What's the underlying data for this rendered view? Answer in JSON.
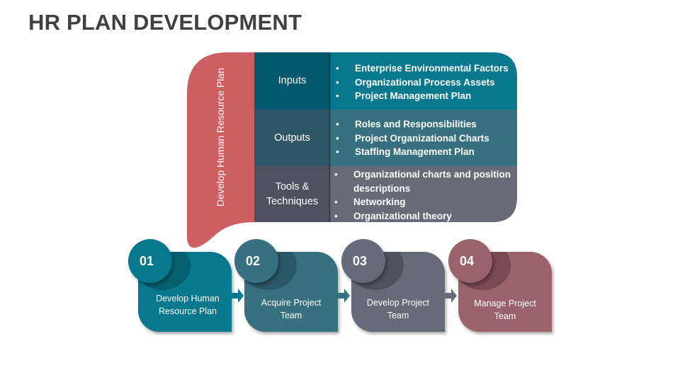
{
  "title": "HR PLAN DEVELOPMENT",
  "process": {
    "label": "Develop Human Resource Plan",
    "color": "#cd5f63",
    "rows": [
      {
        "heading": "Inputs",
        "head_color": "#065a6d",
        "body_color": "#08788e",
        "items": [
          "Enterprise Environmental Factors",
          "Organizational Process Assets",
          "Project Management Plan"
        ]
      },
      {
        "heading": "Outputs",
        "head_color": "#2d5766",
        "body_color": "#37707f",
        "items": [
          "Roles and Responsibilities",
          "Project Organizational Charts",
          "Staffing Management Plan"
        ]
      },
      {
        "heading_line1": "Tools &",
        "heading_line2": "Techniques",
        "head_color": "#4f5060",
        "body_color": "#686a78",
        "items": [
          "Organizational charts and position",
          "descriptions",
          "Networking",
          "Organizational theory"
        ]
      }
    ]
  },
  "steps": [
    {
      "number": "01",
      "line1": "Develop Human",
      "line2": "Resource Plan",
      "color": "#08788e",
      "dark": "#05606f"
    },
    {
      "number": "02",
      "line1": "Acquire Project",
      "line2": "Team",
      "color": "#37707f",
      "dark": "#2a5867"
    },
    {
      "number": "03",
      "line1": "Develop Project",
      "line2": "Team",
      "color": "#676a78",
      "dark": "#4f515e"
    },
    {
      "number": "04",
      "line1": "Manage Project",
      "line2": "Team",
      "color": "#9a636b",
      "dark": "#7a4a52"
    }
  ]
}
